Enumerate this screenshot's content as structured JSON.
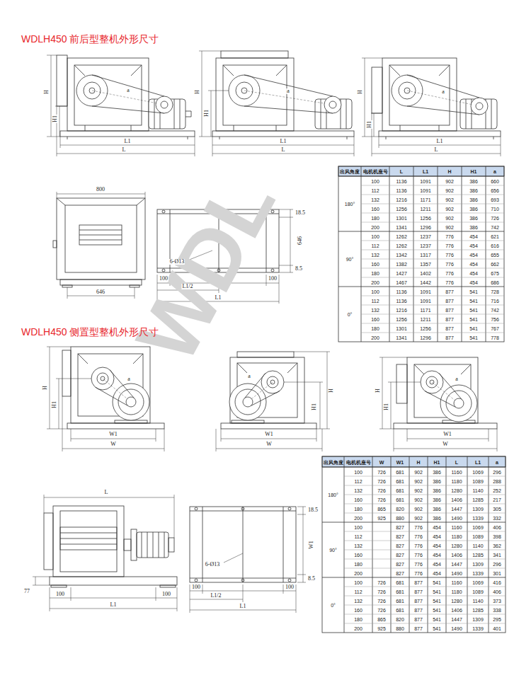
{
  "diagram": {
    "title": "WDLH450 前后型整机外形尺寸",
    "labels": [
      "H",
      "H1",
      "a",
      "L1",
      "L",
      "H",
      "H1",
      "a",
      "L1",
      "L",
      "H",
      "H1",
      "a",
      "L1",
      "L",
      "800",
      "646",
      "18.5",
      "646",
      "8.5",
      "6-Ø13",
      "100",
      "L1/2",
      "100",
      "L1",
      "出风角度",
      "电机机座号",
      "L",
      "L1",
      "H",
      "H1",
      "a",
      "180°",
      "100",
      "1136",
      "1091",
      "902",
      "386",
      "660",
      "112",
      "1136",
      "1091",
      "902",
      "386",
      "656",
      "132",
      "1216",
      "1171",
      "902",
      "386",
      "693",
      "160",
      "1256",
      "1211",
      "902",
      "386",
      "710",
      "180",
      "1301",
      "1256",
      "902",
      "386",
      "726",
      "200",
      "1341",
      "1296",
      "902",
      "386",
      "742",
      "90°",
      "100",
      "1262",
      "1237",
      "776",
      "454",
      "621",
      "112",
      "1262",
      "1237",
      "776",
      "454",
      "616",
      "132",
      "1342",
      "1317",
      "776",
      "454",
      "655",
      "160",
      "1382",
      "1357",
      "776",
      "454",
      "662",
      "180",
      "1427",
      "1402",
      "776",
      "454",
      "675",
      "200",
      "1467",
      "1442",
      "776",
      "454",
      "686",
      "0°",
      "100",
      "1136",
      "1091",
      "877",
      "541",
      "728",
      "112",
      "1136",
      "1091",
      "877",
      "541",
      "716",
      "132",
      "1216",
      "1171",
      "877",
      "541",
      "742",
      "160",
      "1256",
      "1211",
      "877",
      "541",
      "756",
      "180",
      "1301",
      "1256",
      "877",
      "541",
      "767",
      "200",
      "1341",
      "1296",
      "877",
      "541",
      "778",
      "WDLH450 侧置型整机外形尺寸",
      "H",
      "H1",
      "a",
      "W1",
      "W",
      "H",
      "H1",
      "a",
      "W1",
      "W",
      "H",
      "H1",
      "a",
      "W1",
      "W",
      "L",
      "77",
      "100",
      "100",
      "L1",
      "18.5",
      "W1",
      "8.5",
      "6-Ø13",
      "100",
      "L1/2",
      "100",
      "L1",
      "出风角度",
      "电机机座号",
      "W",
      "W1",
      "H",
      "H1",
      "L",
      "L1",
      "a",
      "180°",
      "100",
      "726",
      "681",
      "902",
      "386",
      "1160",
      "1069",
      "296",
      "112",
      "726",
      "681",
      "902",
      "386",
      "1180",
      "1089",
      "288",
      "132",
      "726",
      "681",
      "902",
      "386",
      "1280",
      "1140",
      "252",
      "160",
      "726",
      "681",
      "902",
      "386",
      "1406",
      "1285",
      "217",
      "180",
      "865",
      "820",
      "902",
      "386",
      "1447",
      "1309",
      "305",
      "200",
      "925",
      "880",
      "902",
      "386",
      "1490",
      "1339",
      "332",
      "90°",
      "100",
      "827",
      "776",
      "454",
      "1160",
      "1069",
      "406",
      "112",
      "827",
      "776",
      "454",
      "1180",
      "1089",
      "398",
      "132",
      "827",
      "776",
      "454",
      "1280",
      "1140",
      "362",
      "160",
      "827",
      "776",
      "454",
      "1406",
      "1285",
      "341",
      "180",
      "827",
      "776",
      "454",
      "1447",
      "1309",
      "296",
      "200",
      "827",
      "776",
      "454",
      "1490",
      "1339",
      "301",
      "0°",
      "100",
      "726",
      "681",
      "877",
      "541",
      "1160",
      "1069",
      "416",
      "112",
      "726",
      "681",
      "877",
      "541",
      "1180",
      "1089",
      "406",
      "132",
      "726",
      "681",
      "877",
      "541",
      "1280",
      "1140",
      "373",
      "160",
      "726",
      "681",
      "877",
      "541",
      "1406",
      "1285",
      "338",
      "180",
      "865",
      "820",
      "877",
      "541",
      "1447",
      "1309",
      "295",
      "200",
      "925",
      "880",
      "877",
      "541",
      "1490",
      "1339",
      "401",
      "WDL"
    ]
  }
}
